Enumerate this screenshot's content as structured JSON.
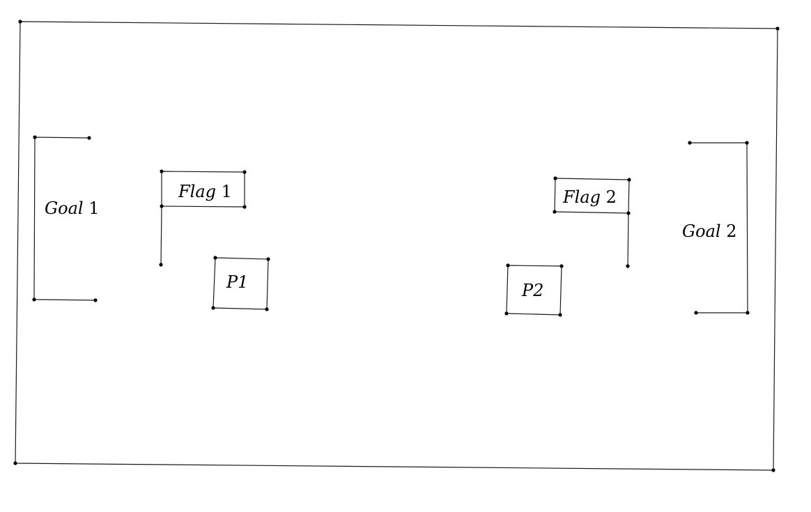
{
  "colors": {
    "stroke": "#1a1a1a",
    "vertex": "#000000",
    "background": "#ffffff"
  },
  "labels": {
    "goal1": {
      "name": "Goal",
      "number": "1"
    },
    "goal2": {
      "name": "Goal",
      "number": "2"
    },
    "flag1": {
      "name": "Flag",
      "number": "1"
    },
    "flag2": {
      "name": "Flag",
      "number": "2"
    },
    "p1": "P1",
    "p2": "P2"
  }
}
